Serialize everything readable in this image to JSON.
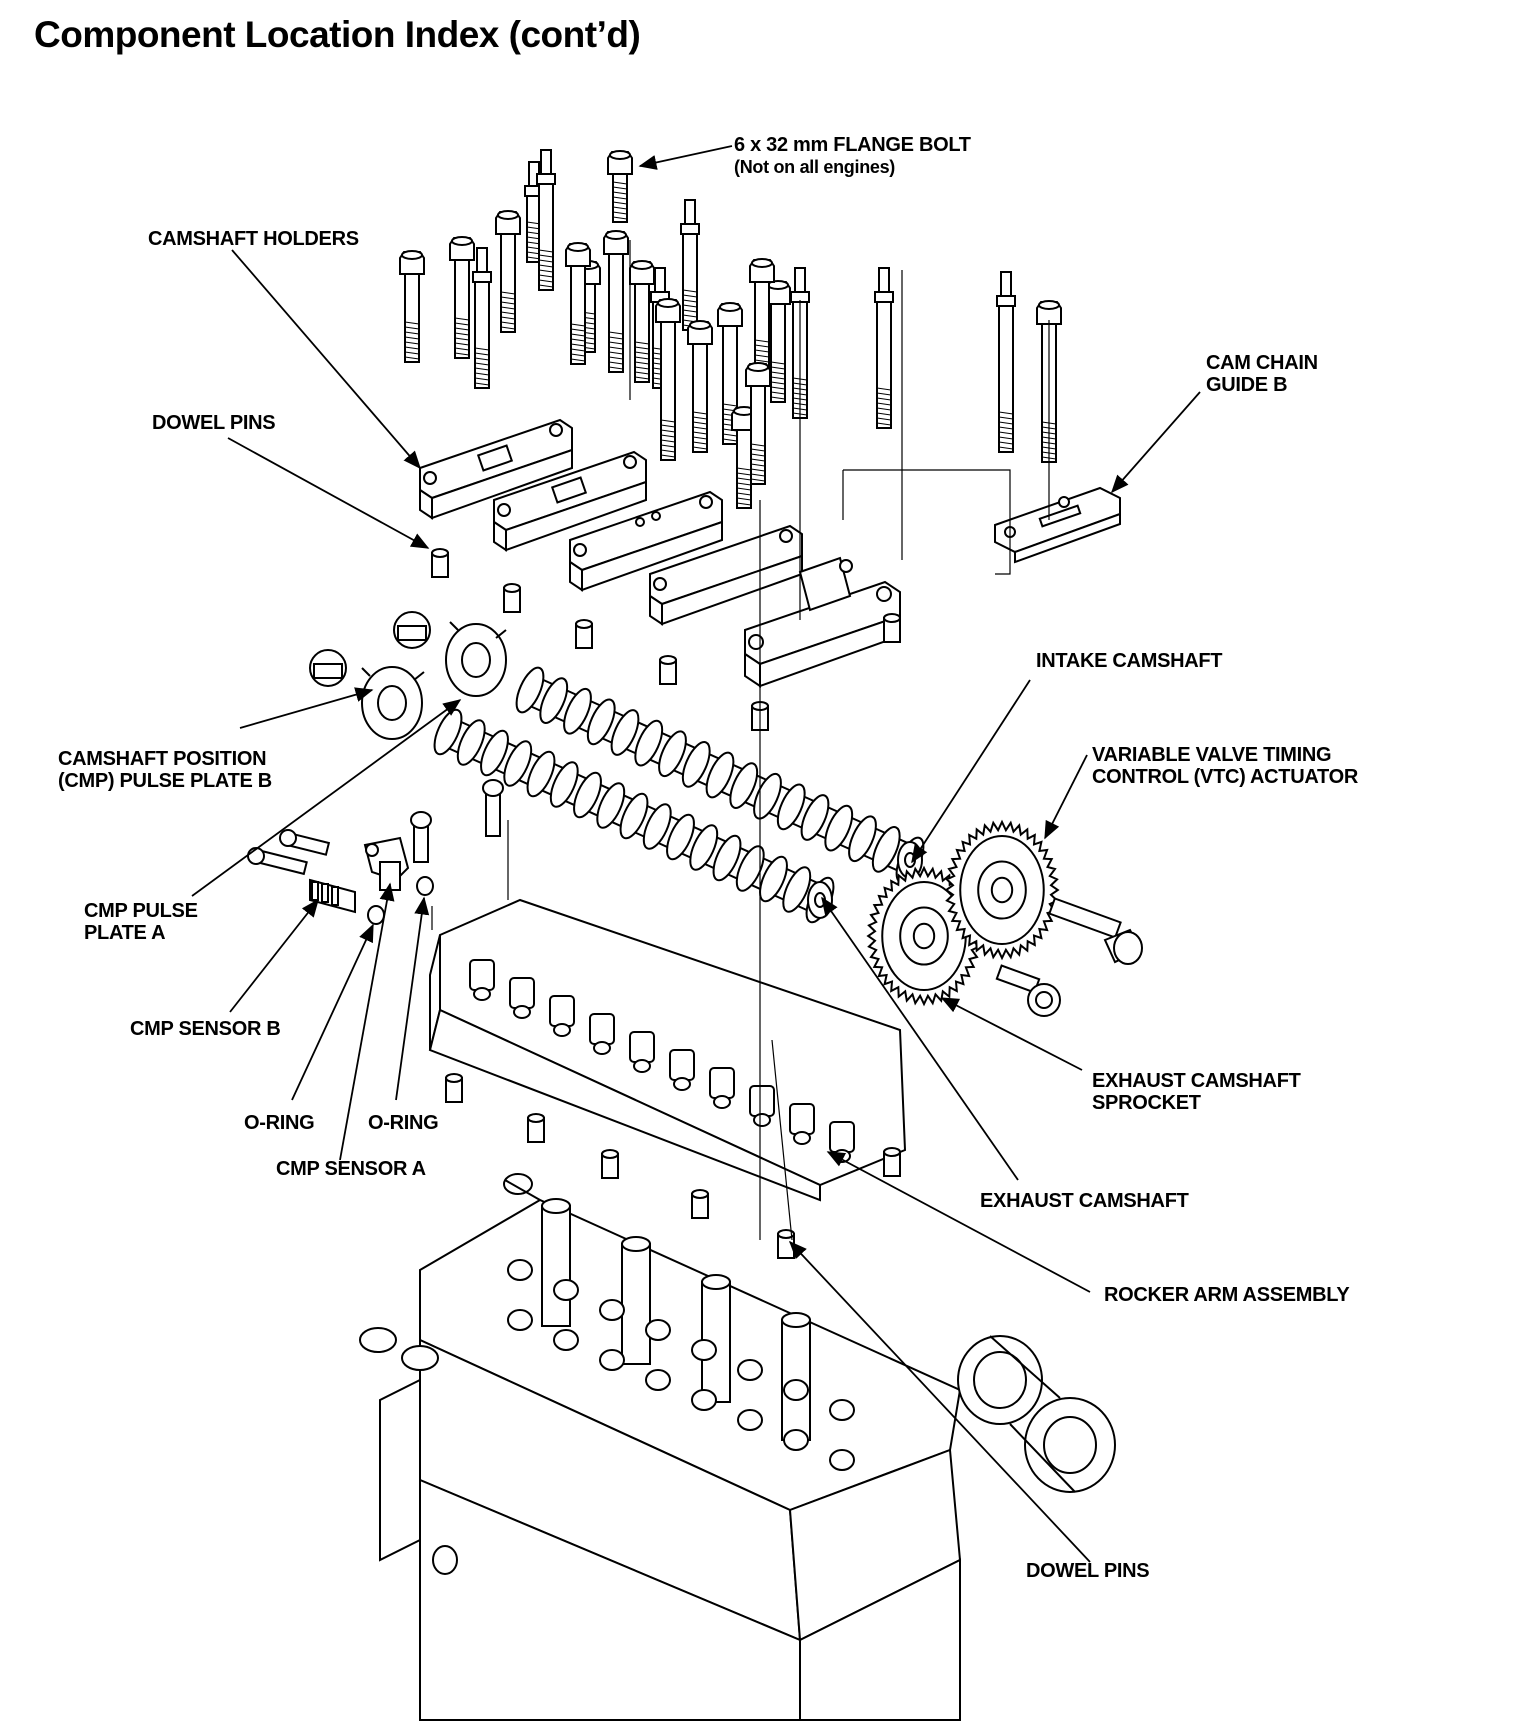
{
  "title": "Component Location Index (cont’d)",
  "diagram": {
    "subject": "cylinder head / valve train exploded view",
    "labels": {
      "flange_bolt": {
        "line1": "6 x 32 mm FLANGE BOLT",
        "line2": "(Not on all engines)"
      },
      "camshaft_holders": "CAMSHAFT HOLDERS",
      "dowel_pins_upper": "DOWEL PINS",
      "cam_chain_guide_b": {
        "line1": "CAM CHAIN",
        "line2": "GUIDE B"
      },
      "intake_camshaft": "INTAKE CAMSHAFT",
      "cmp_pulse_plate_b": {
        "line1": "CAMSHAFT POSITION",
        "line2": "(CMP) PULSE PLATE B"
      },
      "vtc_actuator": {
        "line1": "VARIABLE VALVE TIMING",
        "line2": "CONTROL (VTC) ACTUATOR"
      },
      "cmp_pulse_plate_a": {
        "line1": "CMP PULSE",
        "line2": "PLATE A"
      },
      "cmp_sensor_b": "CMP SENSOR B",
      "o_ring_1": "O-RING",
      "o_ring_2": "O-RING",
      "cmp_sensor_a": "CMP SENSOR A",
      "exhaust_camshaft_sprocket": {
        "line1": "EXHAUST CAMSHAFT",
        "line2": "SPROCKET"
      },
      "exhaust_camshaft": "EXHAUST CAMSHAFT",
      "rocker_arm_assembly": "ROCKER ARM ASSEMBLY",
      "dowel_pins_lower": "DOWEL PINS"
    }
  }
}
